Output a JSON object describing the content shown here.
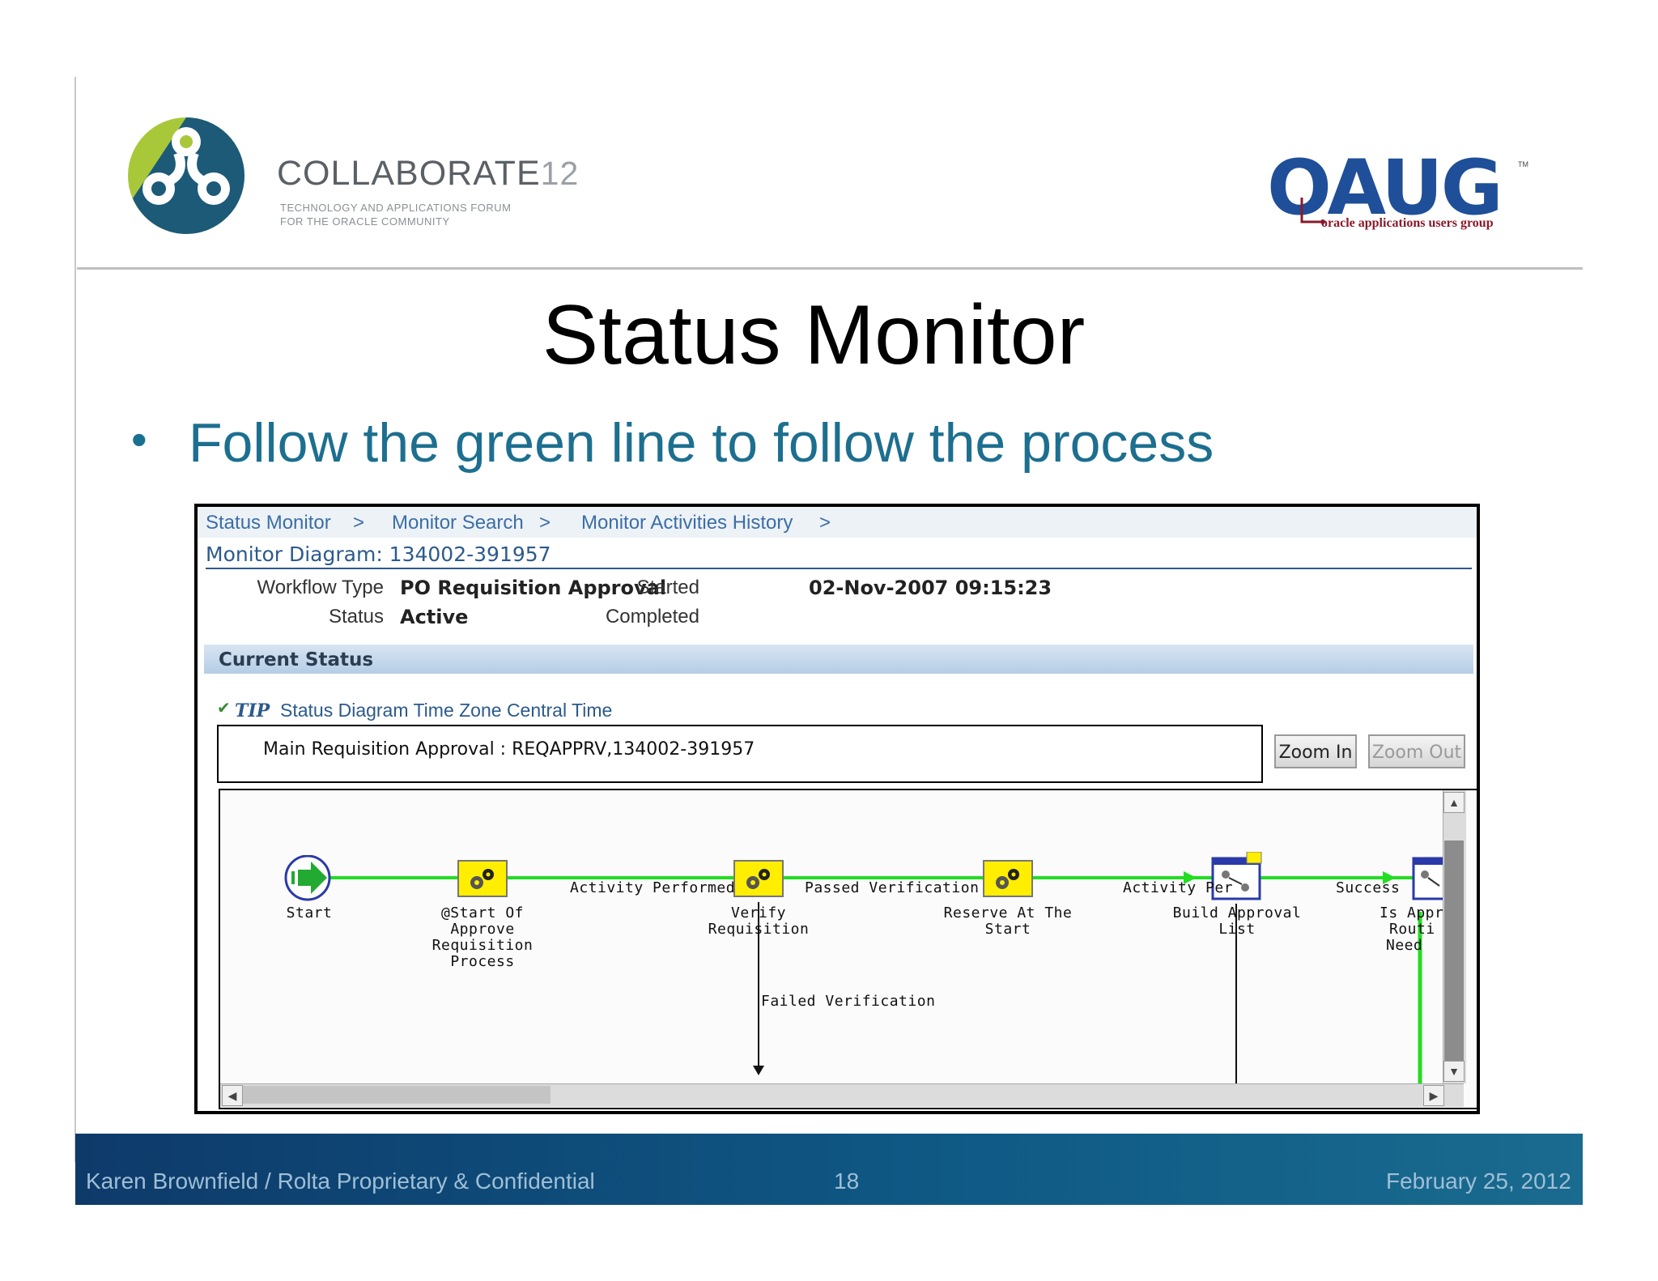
{
  "header": {
    "collaborate_title": "COLLABORATE",
    "collaborate_number": "12",
    "collaborate_sub_line1": "TECHNOLOGY AND APPLICATIONS FORUM",
    "collaborate_sub_line2": "FOR THE ORACLE COMMUNITY",
    "oaug_logo": "OAUG",
    "oaug_tagline": "oracle applications users group",
    "oaug_tm": "TM"
  },
  "slide": {
    "title": "Status Monitor",
    "bullet": "Follow the green line to follow the process"
  },
  "app": {
    "breadcrumbs": [
      "Status Monitor",
      "Monitor Search",
      "Monitor Activities History"
    ],
    "breadcrumb_sep": ">",
    "monitor_diagram": "Monitor Diagram: 134002-391957",
    "fields": {
      "workflow_type_label": "Workflow Type",
      "workflow_type_value": "PO Requisition Approval",
      "status_label": "Status",
      "status_value": "Active",
      "started_label": "Started",
      "started_value": "02-Nov-2007 09:15:23",
      "completed_label": "Completed"
    },
    "current_status_title": "Current Status",
    "tip_label": "TIP",
    "tip_text": "Status Diagram Time Zone Central Time",
    "process_text": "Main Requisition Approval : REQAPPRV,134002-391957",
    "zoom_in": "Zoom In",
    "zoom_out": "Zoom Out"
  },
  "diagram": {
    "nodes": [
      {
        "label_lines": [
          "Start"
        ],
        "icon": "start-arrow-icon"
      },
      {
        "label_lines": [
          "@Start Of",
          "Approve",
          "Requisition",
          "Process"
        ],
        "icon": "gears-icon"
      },
      {
        "label_lines": [
          "Verify",
          "Requisition"
        ],
        "icon": "gears-icon"
      },
      {
        "label_lines": [
          "Reserve At The",
          "Start"
        ],
        "icon": "gears-icon"
      },
      {
        "label_lines": [
          "Build Approval",
          "List"
        ],
        "icon": "subprocess-icon"
      },
      {
        "label_lines": [
          "Is Appr",
          "Routi",
          "Need"
        ],
        "icon": "subprocess-icon"
      }
    ],
    "edges": [
      "Activity Performed",
      "Passed Verification",
      "Activity Per",
      "Success",
      "Failed Verification"
    ]
  },
  "footer": {
    "left": "Karen Brownfield  /  Rolta  Proprietary & Confidential",
    "page": "18",
    "date": "February 25, 2012"
  },
  "colors": {
    "accent_blue": "#1d6f8f",
    "process_green": "#22dd22",
    "link_blue": "#3b6ea5",
    "footer_bg": "#0e3a6a"
  }
}
